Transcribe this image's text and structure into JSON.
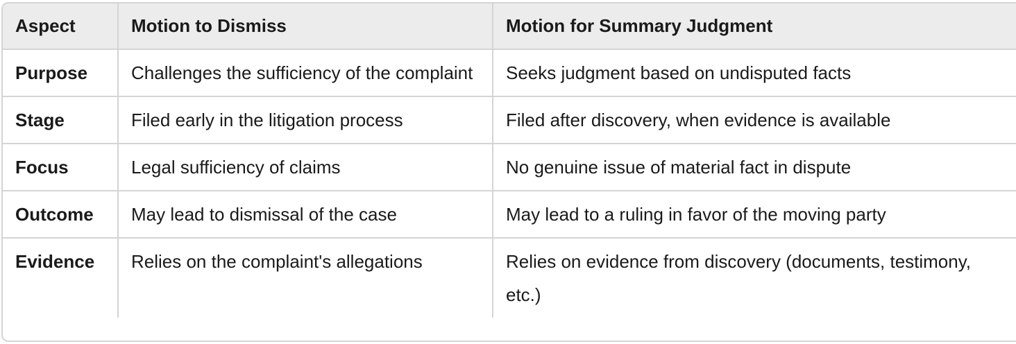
{
  "table": {
    "headers": [
      "Aspect",
      "Motion to Dismiss",
      "Motion for Summary Judgment"
    ],
    "rows": [
      [
        "Purpose",
        "Challenges the sufficiency of the complaint",
        "Seeks judgment based on undisputed facts"
      ],
      [
        "Stage",
        "Filed early in the litigation process",
        "Filed after discovery, when evidence is available"
      ],
      [
        "Focus",
        "Legal sufficiency of claims",
        "No genuine issue of material fact in dispute"
      ],
      [
        "Outcome",
        "May lead to dismissal of the case",
        "May lead to a ruling in favor of the moving party"
      ],
      [
        "Evidence",
        "Relies on the complaint's allegations",
        "Relies on evidence from discovery (documents, testimony, etc.)"
      ]
    ]
  }
}
